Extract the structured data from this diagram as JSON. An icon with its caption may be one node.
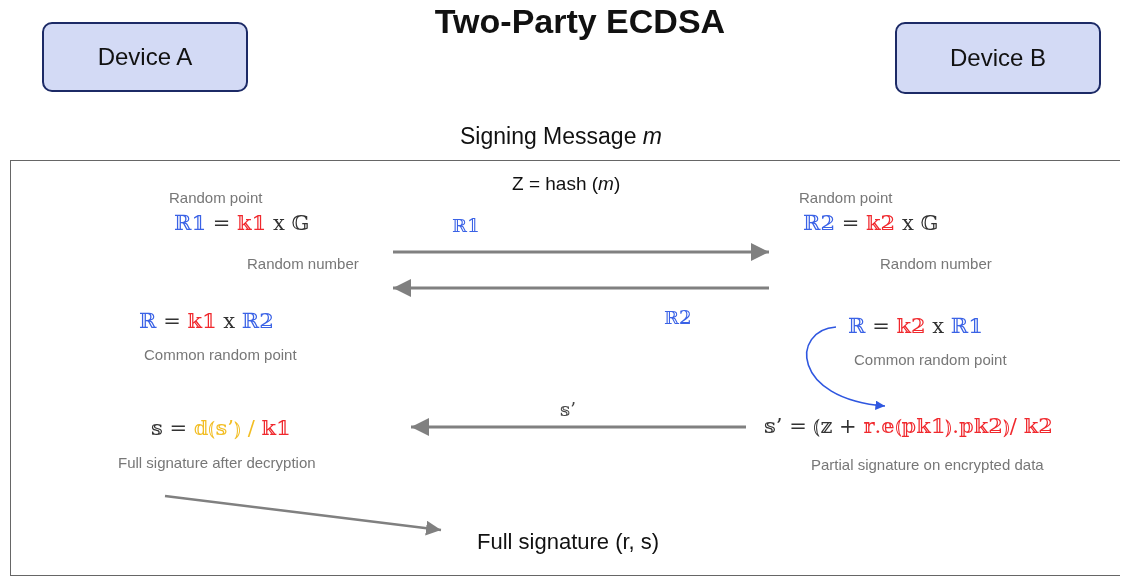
{
  "diagram": {
    "title": "Two-Party ECDSA",
    "nodes": [
      {
        "text": [
          "Device A"
        ]
      },
      {
        "text": [
          "Device B"
        ]
      },
      {
        "text": [
          "Signing Message *m*"
        ]
      },
      {
        "text": [
          "Random point",
          "ℝ𝟙 = 𝕜𝟙 x 𝔾",
          "Random number"
        ],
        "in": 2
      },
      {
        "text": [
          "Random point",
          "ℝ𝟚 = 𝕜𝟚 x 𝔾",
          "Random number"
        ],
        "in": 2
      },
      {
        "text": [
          "ℝ = 𝕜𝟙 x ℝ𝟚",
          "Common random point"
        ],
        "in": 2
      },
      {
        "text": [
          "ℝ = 𝕜𝟚 x ℝ𝟙",
          "Common random point"
        ],
        "in": 2
      },
      {
        "text": [
          "𝕤 = 𝕕⦅𝕤’⦆ / 𝕜𝟙",
          "Full signature after decryption"
        ],
        "in": 2
      },
      {
        "text": [
          "𝕤’ = ⦅𝕫 + 𝕣.𝕖⦅𝕡𝕜𝟙⦆.𝕡𝕜𝟚⦆/ 𝕜𝟚",
          "Partial signature on encrypted data"
        ],
        "in": 2
      },
      {
        "text": [
          "Full signature (r, s)"
        ],
        "in": 2
      }
    ],
    "edges": [
      {
        "from": 3,
        "to": 4,
        "arrow": "to",
        "label": "ℝ𝟙"
      },
      {
        "from": 4,
        "to": 3,
        "arrow": "to",
        "label": "ℝ𝟚"
      },
      {
        "from": 6,
        "to": 8,
        "arrow": "to",
        "color": "#2f57e0"
      },
      {
        "from": 8,
        "to": 7,
        "arrow": "to",
        "label": "𝕤’"
      },
      {
        "from": 7,
        "to": 9,
        "arrow": "to"
      }
    ],
    "labels": [
      "Z = hash (*m*)"
    ]
  }
}
